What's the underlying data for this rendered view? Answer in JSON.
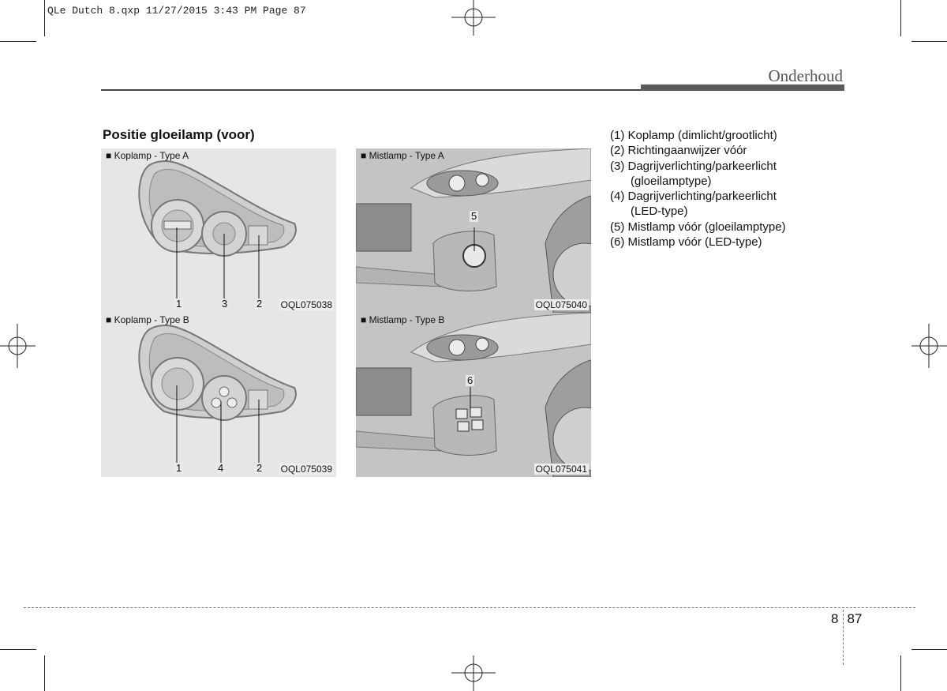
{
  "print_slug": "QLe Dutch 8.qxp  11/27/2015  3:43 PM  Page 87",
  "header": {
    "title": "Onderhoud"
  },
  "section_title": "Positie gloeilamp (voor)",
  "figures": [
    {
      "label": "Koplamp - Type A",
      "code": "OQL075038",
      "callouts": [
        "1",
        "3",
        "2"
      ]
    },
    {
      "label": "Mistlamp - Type A",
      "code": "OQL075040",
      "callouts": [
        "5"
      ]
    },
    {
      "label": "Koplamp - Type B",
      "code": "OQL075039",
      "callouts": [
        "1",
        "4",
        "2"
      ]
    },
    {
      "label": "Mistlamp - Type B",
      "code": "OQL075041",
      "callouts": [
        "6"
      ]
    }
  ],
  "legend": [
    "(1) Koplamp (dimlicht/grootlicht)",
    "(2) Richtingaanwijzer vóór",
    "(3) Dagrijverlichting/parkeerlicht",
    "(gloeilamptype)",
    "(4) Dagrijverlichting/parkeerlicht",
    "(LED-type)",
    "(5) Mistlamp vóór (gloeilamptype)",
    "(6) Mistlamp vóór (LED-type)"
  ],
  "footer": {
    "chapter": "8",
    "page": "87"
  },
  "colors": {
    "panel_bg": "#e6e6e6",
    "car_bg": "#c9c9c9",
    "rule": "#555555"
  }
}
